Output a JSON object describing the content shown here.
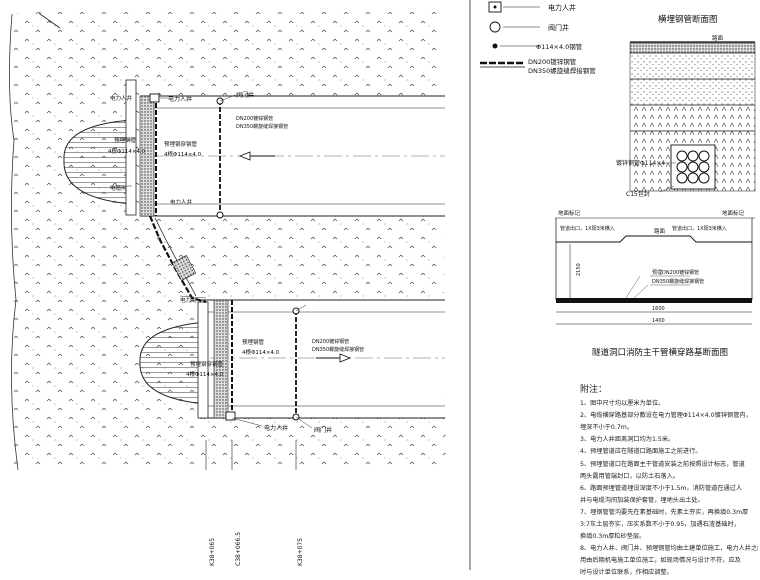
{
  "legend": {
    "power_well": "电力人井",
    "valve_well": "阀门井",
    "steel_pipe": "Φ114×4.0钢管",
    "galv_pipe": "DN200镀锌钢管",
    "spiral_pipe": "DN350螺旋缝焊接钢管"
  },
  "plan": {
    "power_well_a": "电力人井",
    "valve_well_a": "阀门井",
    "pipe_note_a1": "DN200镀锌钢管",
    "pipe_note_a2": "DN350螺旋缝焊接钢管",
    "tag_a1": "预埋钢穿钢管",
    "tag_a2": "4根Φ114×4.0",
    "tag_a3": "预埋钢管",
    "tag_a4": "4根Φ114×4.0",
    "tag_a5": "电力人井",
    "tag_a6": "电力人井",
    "power_well_b": "电力人井",
    "valve_well_b": "阀门井",
    "tag_b1": "预埋钢管",
    "tag_b2": "4根Φ114×4.0",
    "tag_b3": "预埋钢穿钢管",
    "tag_b4": "4根Φ114×4.0",
    "pipe_note_b1": "DN200镀锌钢管",
    "pipe_note_b2": "DN350螺旋缝焊接钢管",
    "side_tag_1": "电缆沟",
    "side_tag_2": "电力沟",
    "station_1": "K38+065",
    "station_2": "C38+066.5",
    "station_3": "K38+075"
  },
  "section_top": {
    "title": "横埋钢管断面图",
    "ground": "路面",
    "pipe": "镀锌钢管Φ114×4",
    "concrete": "C15包封"
  },
  "section_bottom": {
    "title": "隧道洞口消防主干管横穿路基断面图",
    "left_mark": "地面标记",
    "right_mark": "地面标记",
    "left_label": "管道出口，1X阳3米横入",
    "right_label": "管道出口，1X阳3米横入",
    "road": "路面",
    "depth": "2150",
    "pipe_1": "预埋DN200镀锌钢管",
    "pipe_2": "DN350螺旋缝焊接钢管",
    "dim_1": "1600",
    "dim_2": "1400"
  },
  "notes": {
    "title": "附注：",
    "lines": [
      "1、图中尺寸均以厘米为单位。",
      "2、电缆横穿路基部分敷设在电力管理Φ114×4.0镀锌钢管内，",
      "   埋深不小于0.7m。",
      "3、电力人井距离洞口均为1.5米。",
      "4、预埋管道应在隧道口路面施工之前进行。",
      "5、预埋管道口在路面主干管道安装之前按照设计标志，管道",
      "   两头露用管端封口，以防土石落入。",
      "6、路面预埋管道埋设深度不小于1.5m，消防管道在通过人",
      "   井与电缆沟间加装保护套管，埋地头出土处。",
      "7、埋钢管管沟要先在素基础时，先素土夯实，再换填0.3m厚",
      "   3:7灰土层夯实，压实系数不小于0.95，加遇石渣基础时，",
      "   换填0.3m厚粒砂垫层。",
      "8、电力人井、阀门井、预埋钢管均由土建单位施工，电力人井之间采",
      "   用由后期机电施工单位施工，如现场情况与设计不符，应及",
      "   时与设计单位联系，作相应调整。"
    ]
  }
}
